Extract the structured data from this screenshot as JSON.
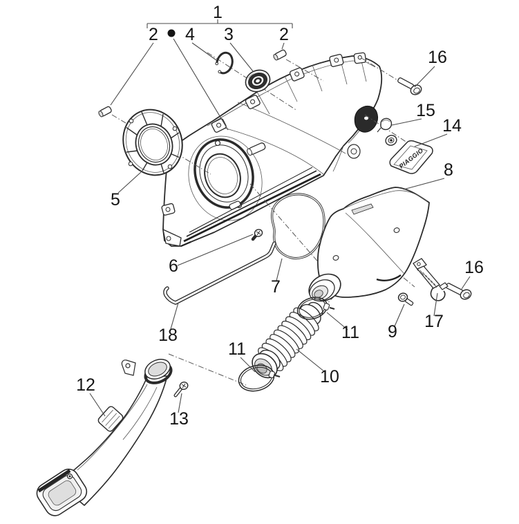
{
  "colors": {
    "background": "#ffffff",
    "line": "#2b2b2b",
    "leader": "#4a4a4a",
    "label": "#141414"
  },
  "badge": {
    "text": "PIAGGIO"
  },
  "bullet_marker": {
    "shape": "filled-dot"
  },
  "callouts": [
    {
      "id": "c1",
      "label": "1",
      "target": "crankcase-cover-assembly"
    },
    {
      "id": "c2a",
      "label": "2",
      "target": "dowel-pin-left"
    },
    {
      "id": "c4",
      "label": "4",
      "target": "circlip"
    },
    {
      "id": "c3",
      "label": "3",
      "target": "bearing"
    },
    {
      "id": "c2b",
      "label": "2",
      "target": "dowel-pin-right"
    },
    {
      "id": "c16a",
      "label": "16",
      "target": "hex-flange-bolt-upper"
    },
    {
      "id": "c15",
      "label": "15",
      "target": "rubber-grommet"
    },
    {
      "id": "c14",
      "label": "14",
      "target": "piaggio-badge"
    },
    {
      "id": "c8",
      "label": "8",
      "target": "air-intake-cover"
    },
    {
      "id": "c5",
      "label": "5",
      "target": "fan-cover-ring"
    },
    {
      "id": "c6",
      "label": "6",
      "target": "screw"
    },
    {
      "id": "c7",
      "label": "7",
      "target": "cover-gasket"
    },
    {
      "id": "c18",
      "label": "18",
      "target": "breather-pipe"
    },
    {
      "id": "c9",
      "label": "9",
      "target": "screw"
    },
    {
      "id": "c16b",
      "label": "16",
      "target": "hex-flange-bolt-lower"
    },
    {
      "id": "c17",
      "label": "17",
      "target": "support-bracket"
    },
    {
      "id": "c10",
      "label": "10",
      "target": "bellows-hose"
    },
    {
      "id": "c11a",
      "label": "11",
      "target": "hose-clamp-upper"
    },
    {
      "id": "c11b",
      "label": "11",
      "target": "hose-clamp-lower"
    },
    {
      "id": "c12",
      "label": "12",
      "target": "air-intake-duct"
    },
    {
      "id": "c13",
      "label": "13",
      "target": "screw"
    }
  ]
}
